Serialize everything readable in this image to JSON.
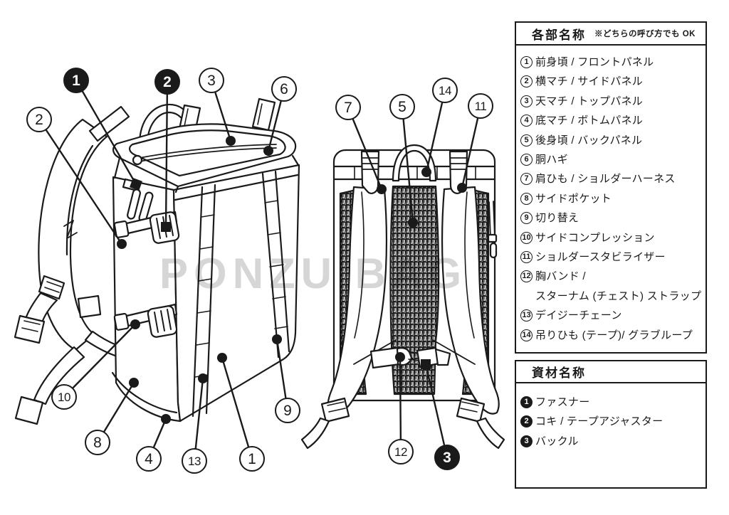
{
  "watermark": "PONZU BAG",
  "parts_box": {
    "title": "各部名称",
    "note": "※どちらの呼び方でも OK",
    "items": [
      {
        "n": "1",
        "label": "前身頃 / フロントパネル"
      },
      {
        "n": "2",
        "label": "横マチ / サイドパネル"
      },
      {
        "n": "3",
        "label": "天マチ / トップパネル"
      },
      {
        "n": "4",
        "label": "底マチ / ボトムパネル"
      },
      {
        "n": "5",
        "label": "後身頃 / バックパネル"
      },
      {
        "n": "6",
        "label": "胴ハギ"
      },
      {
        "n": "7",
        "label": "肩ひも / ショルダーハーネス"
      },
      {
        "n": "8",
        "label": "サイドポケット"
      },
      {
        "n": "9",
        "label": "切り替え"
      },
      {
        "n": "10",
        "label": "サイドコンプレッション"
      },
      {
        "n": "11",
        "label": "ショルダースタビライザー"
      },
      {
        "n": "12",
        "label": "胸バンド /\nスターナム (チェスト) ストラップ"
      },
      {
        "n": "13",
        "label": "デイジーチェーン"
      },
      {
        "n": "14",
        "label": "吊りひも (テープ)/ グラブループ"
      }
    ]
  },
  "materials_box": {
    "title": "資材名称",
    "items": [
      {
        "n": "1",
        "label": "ファスナー"
      },
      {
        "n": "2",
        "label": "コキ / テープアジャスター"
      },
      {
        "n": "3",
        "label": "バックル"
      }
    ]
  },
  "callouts": {
    "front_view": [
      {
        "n": "1",
        "filled": true
      },
      {
        "n": "2",
        "filled": true
      },
      {
        "n": "3",
        "filled": false
      },
      {
        "n": "6",
        "filled": false
      },
      {
        "n": "2",
        "filled": false
      },
      {
        "n": "10",
        "filled": false
      },
      {
        "n": "8",
        "filled": false
      },
      {
        "n": "4",
        "filled": false
      },
      {
        "n": "13",
        "filled": false
      },
      {
        "n": "1",
        "filled": false
      },
      {
        "n": "9",
        "filled": false
      }
    ],
    "back_view": [
      {
        "n": "7",
        "filled": false
      },
      {
        "n": "5",
        "filled": false
      },
      {
        "n": "14",
        "filled": false
      },
      {
        "n": "11",
        "filled": false
      },
      {
        "n": "12",
        "filled": false
      },
      {
        "n": "3",
        "filled": true
      }
    ]
  }
}
